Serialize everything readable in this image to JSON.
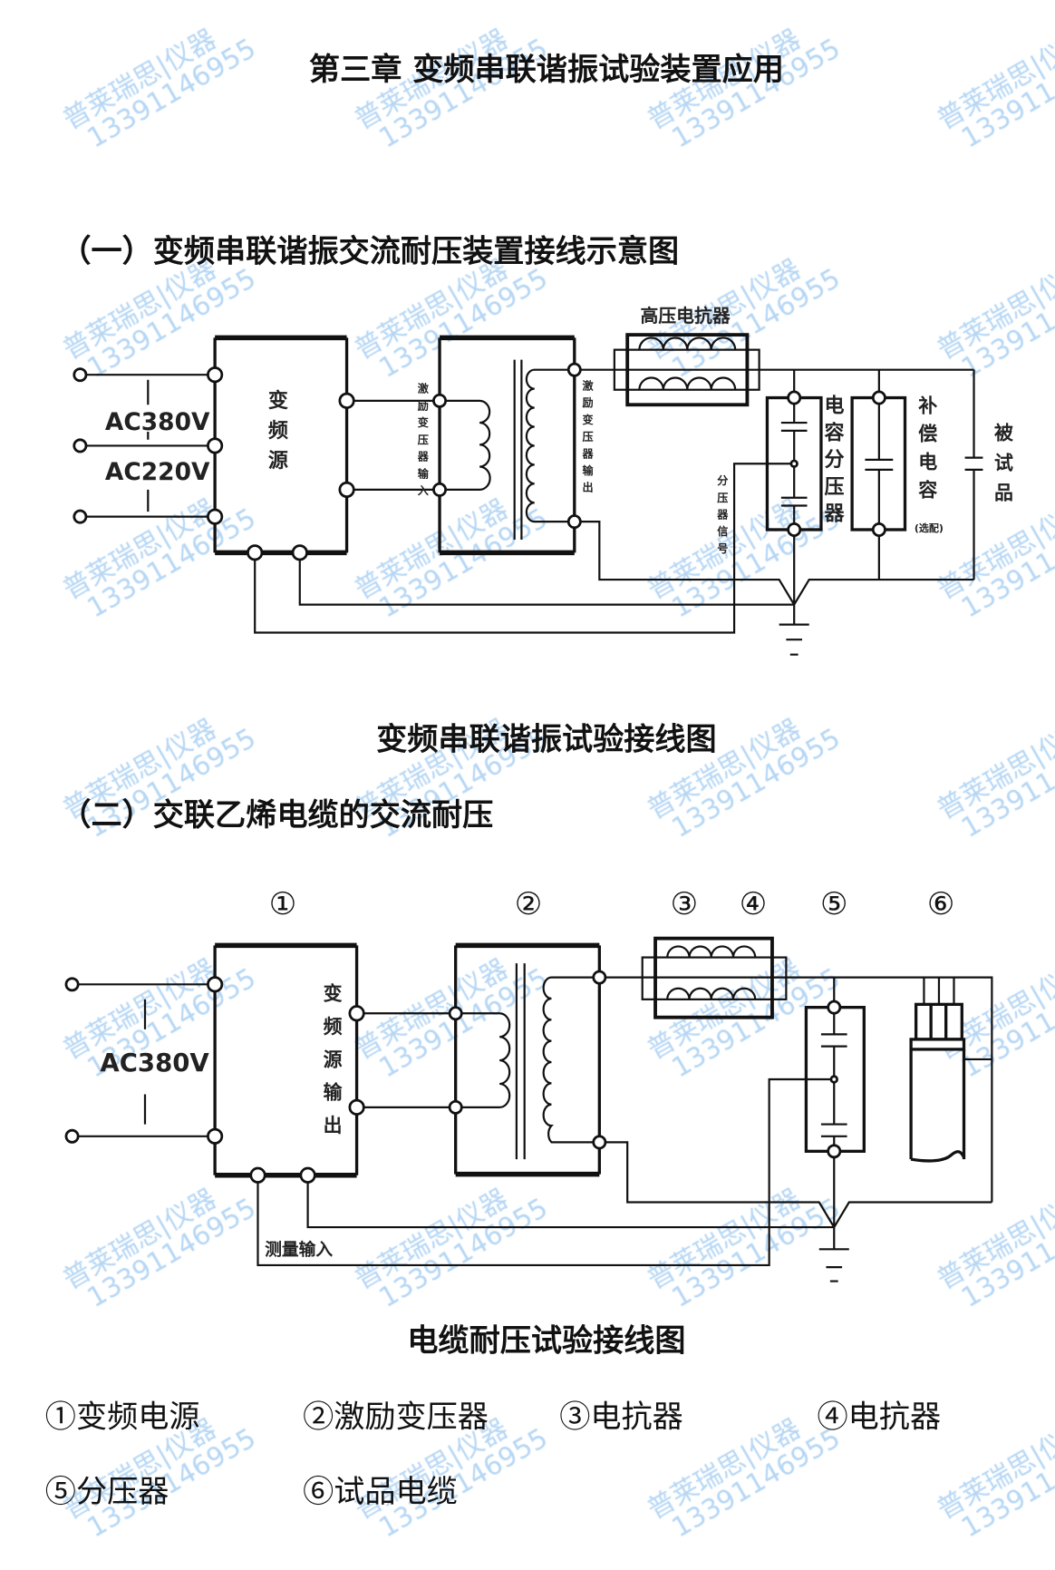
{
  "title": "第三章  变频串联谐振试验装置应用",
  "section1": {
    "heading": "（一）变频串联谐振交流耐压装置接线示意图",
    "diagram": {
      "ac380": "AC380V",
      "ac220": "AC220V",
      "vfd": "变频源",
      "exciter_in": "激励变压器输入",
      "exciter_out": "激励变压器输出",
      "reactor": "高压电抗器",
      "divider": "电容分压器",
      "divider_signal": "分压器信号",
      "comp_cap": "补偿电容",
      "comp_optional": "(选配)",
      "test_object": "被试品"
    },
    "caption": "变频串联谐振试验接线图"
  },
  "section2": {
    "heading": "（二）交联乙烯电缆的交流耐压",
    "diagram": {
      "numbers": [
        "①",
        "②",
        "③",
        "④",
        "⑤",
        "⑥"
      ],
      "ac380": "AC380V",
      "vfd_out": "变频源输出",
      "measure_in": "测量输入"
    },
    "caption": "电缆耐压试验接线图",
    "legend": [
      "①变频电源",
      "②激励变压器",
      "③电抗器",
      "④电抗器",
      "⑤分压器",
      "⑥试品电缆"
    ]
  },
  "watermark": {
    "line1": "普莱瑞思|仪器",
    "line2": "13391146955"
  }
}
